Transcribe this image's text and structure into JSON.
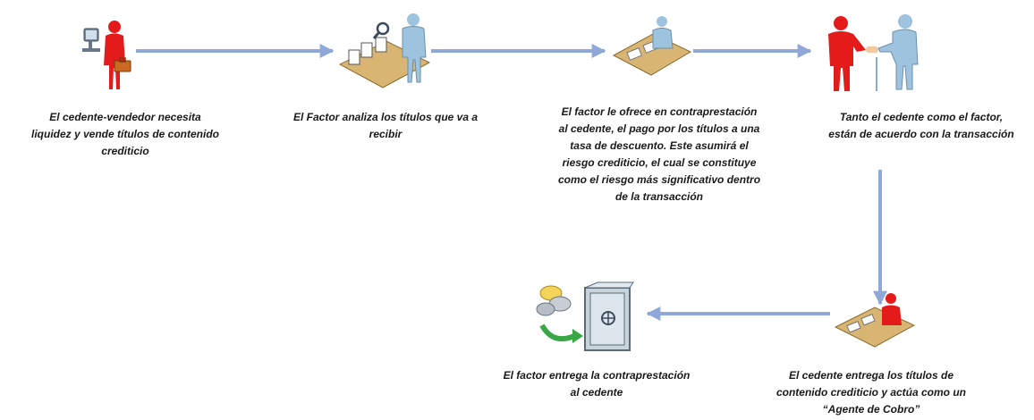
{
  "colors": {
    "arrow": "#8fa8d8",
    "seller_figure": "#e31b1b",
    "factor_figure": "#9ec3de",
    "desk": "#d9b574",
    "text": "#1a1a1a"
  },
  "steps": [
    {
      "icon": "seller-with-briefcase-icon",
      "caption": [
        "El cedente-vendedor necesita",
        "liquidez y vende títulos de contenido",
        "crediticio"
      ]
    },
    {
      "icon": "factor-analyzing-documents-icon",
      "caption": [
        "El Factor analiza los títulos que va a",
        "recibir"
      ]
    },
    {
      "icon": "factor-at-desk-icon",
      "caption": [
        "El factor le ofrece en contraprestación",
        "al cedente, el pago por los títulos a una",
        "tasa de descuento. Este asumirá el",
        "riesgo crediticio, el cual se constituye",
        "como el riesgo más significativo dentro",
        "de la transacción"
      ]
    },
    {
      "icon": "handshake-icon",
      "caption": [
        "Tanto el cedente como el factor,",
        "están de acuerdo con la transacción"
      ]
    },
    {
      "icon": "seller-at-desk-icon",
      "caption": [
        "El cedente entrega los títulos de",
        "contenido crediticio y actúa como un",
        "“Agente de Cobro”"
      ]
    },
    {
      "icon": "vault-payment-icon",
      "caption": [
        "El factor entrega la contraprestación",
        "al cedente"
      ]
    }
  ]
}
